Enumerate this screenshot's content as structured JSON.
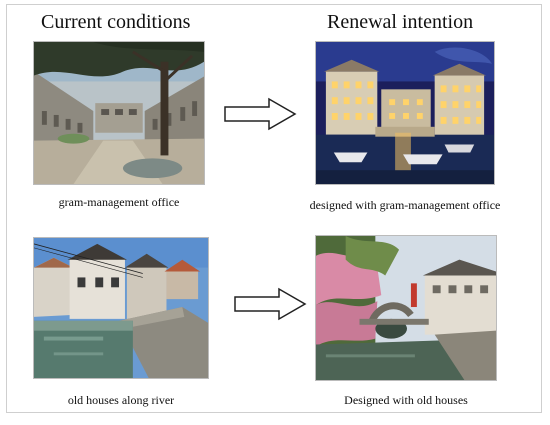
{
  "headings": {
    "left": "Current conditions",
    "right": "Renewal intention"
  },
  "captions": {
    "top_left": "gram-management office",
    "top_right": "designed with gram-management office",
    "bottom_left": "old houses along river",
    "bottom_right": "Designed with old houses"
  },
  "icons": {
    "top_arrow": "right-arrow-outline-icon",
    "bottom_arrow": "right-arrow-outline-icon"
  }
}
